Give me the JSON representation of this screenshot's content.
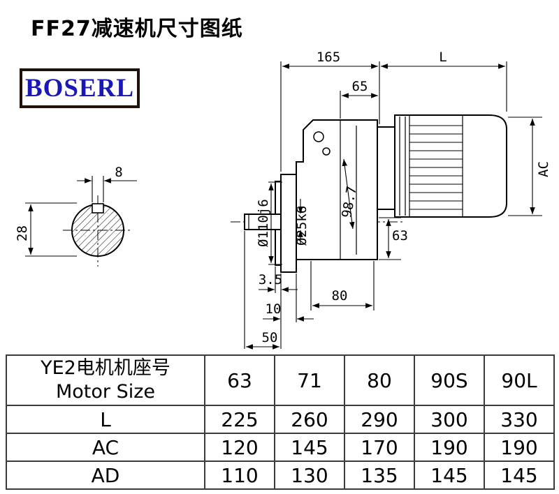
{
  "title": "FF27减速机尺寸图纸",
  "logo": "BOSERL",
  "drawing": {
    "dim_165": "165",
    "dim_L": "L",
    "dim_65": "65",
    "dim_AC": "AC",
    "dim_d110": "Ø110j6",
    "dim_d25": "Ø25k6",
    "dim_98_7": "98.7",
    "dim_63": "63",
    "dim_3_5": "3.5",
    "dim_80": "80",
    "dim_10": "10",
    "dim_50": "50",
    "dim_8": "8",
    "dim_28": "28"
  },
  "table": {
    "header_zh": "YE2电机机座号",
    "header_en": "Motor Size",
    "sizes": [
      "63",
      "71",
      "80",
      "90S",
      "90L"
    ],
    "rows": [
      {
        "label": "L",
        "values": [
          "225",
          "260",
          "290",
          "300",
          "330"
        ]
      },
      {
        "label": "AC",
        "values": [
          "120",
          "145",
          "170",
          "190",
          "190"
        ]
      },
      {
        "label": "AD",
        "values": [
          "110",
          "130",
          "135",
          "145",
          "145"
        ]
      }
    ]
  },
  "colors": {
    "logo_blue": "#1a18b4",
    "line_black": "#000000"
  }
}
